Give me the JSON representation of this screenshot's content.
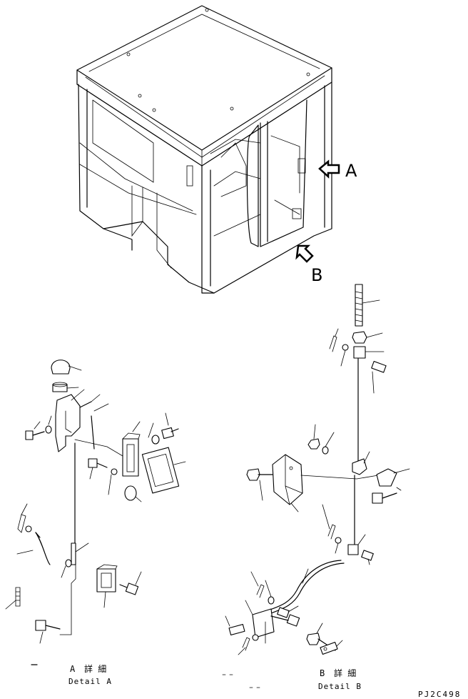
{
  "callouts": {
    "view_a": "A",
    "view_b": "B"
  },
  "captions": {
    "detail_a_letter": "A",
    "detail_a_kanji": "詳 細",
    "detail_a_english": "Detail A",
    "detail_b_letter": "B",
    "detail_b_kanji": "詳 細",
    "detail_b_english": "Detail B"
  },
  "drawing_code": "PJ2C498"
}
